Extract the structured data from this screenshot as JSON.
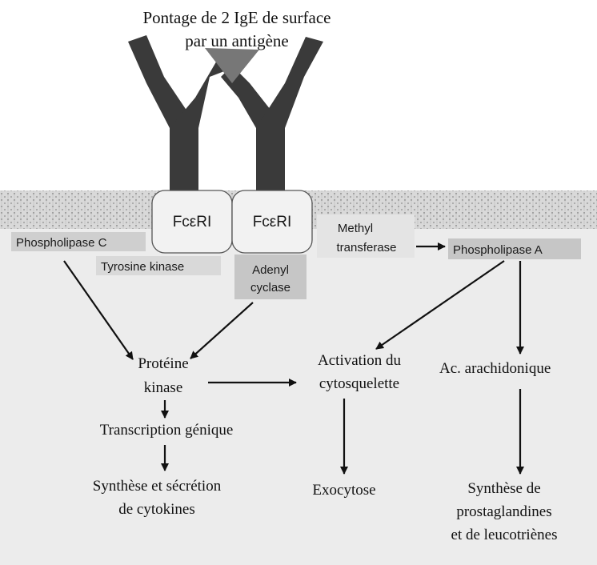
{
  "title": {
    "line1": "Pontage de 2 IgE de surface",
    "line2": "par un antigène"
  },
  "receptors": {
    "left": "FcεRI",
    "right": "FcεRI"
  },
  "enzymes": {
    "phospholipase_c": "Phospholipase C",
    "tyrosine_kinase": "Tyrosine  kinase",
    "adenyl_cyclase": {
      "line1": "Adenyl",
      "line2": "cyclase"
    },
    "methyl_transferase": {
      "line1": "Methyl",
      "line2": "transferase"
    },
    "phospholipase_a": "Phospholipase A"
  },
  "nodes": {
    "proteine_kinase": {
      "line1": "Protéine",
      "line2": "kinase"
    },
    "activation_cytosquelette": {
      "line1": "Activation du",
      "line2": "cytosquelette"
    },
    "ac_arachidonique": "Ac. arachidonique",
    "transcription_genique": "Transcription génique",
    "synthese_cytokines": {
      "line1": "Synthèse et sécrétion",
      "line2": "de cytokines"
    },
    "exocytose": "Exocytose",
    "synthese_prostaglandines": {
      "line1": "Synthèse de",
      "line2": "prostaglandines",
      "line3": "et de leucotriènes"
    }
  },
  "colors": {
    "cytoplasm": "#ececec",
    "membrane": "#d4d4d4",
    "antibody": "#3a3a3a",
    "antigen": "#777777",
    "receptor_box": "#f2f2f2",
    "enzyme_box": "#cfcfcf",
    "arrow": "#111111"
  }
}
